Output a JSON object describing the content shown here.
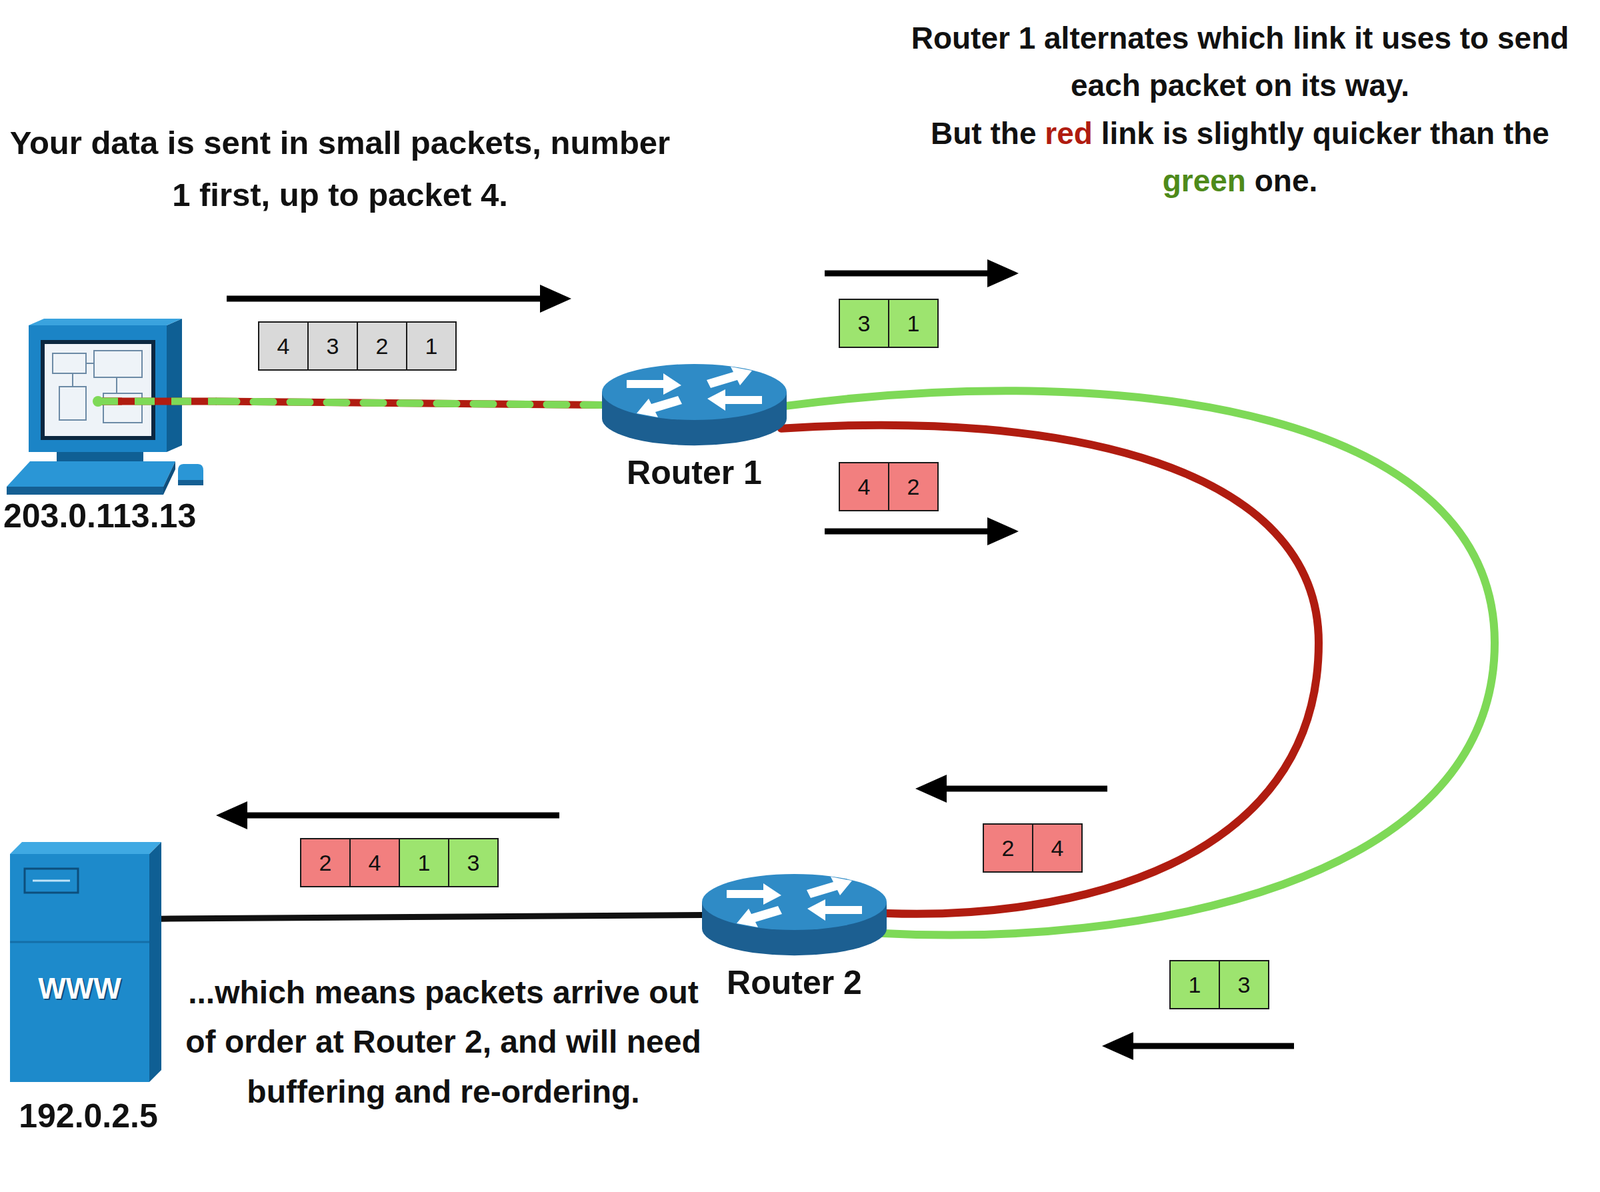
{
  "diagram": {
    "nodes": [
      {
        "text": [
          "4"
        ]
      },
      {
        "text": [
          "3"
        ]
      },
      {
        "text": [
          "2"
        ]
      },
      {
        "text": [
          "1"
        ]
      },
      {
        "text": [
          "3"
        ]
      },
      {
        "text": [
          "1"
        ]
      },
      {
        "text": [
          "203.0.113.13"
        ]
      },
      {
        "text": [
          "Router 1"
        ]
      },
      {
        "text": [
          "4"
        ]
      },
      {
        "text": [
          "2"
        ]
      },
      {
        "text": [
          "2"
        ]
      },
      {
        "text": [
          "4"
        ]
      },
      {
        "text": [
          "2"
        ]
      },
      {
        "text": [
          "4"
        ]
      },
      {
        "text": [
          "1"
        ]
      },
      {
        "text": [
          "3"
        ]
      },
      {
        "text": [
          "WWW",
          "192.0.2.5"
        ]
      },
      {
        "text": [
          "Router 2"
        ]
      },
      {
        "text": [
          "1"
        ]
      },
      {
        "text": [
          "3"
        ]
      }
    ],
    "edges": [
      {
        "from": 6,
        "to": 7,
        "arrow": "none"
      },
      {
        "from": 7,
        "to": 17,
        "arrow": "none"
      },
      {
        "from": 7,
        "to": 17,
        "arrow": "none"
      },
      {
        "from": 17,
        "to": 16,
        "arrow": "none"
      }
    ],
    "labels": [
      "Your data is sent in small packets, number 1 first, up to packet 4.",
      "Router 1 alternates which link it uses to send each packet on its way.",
      "But the red link is slightly quicker than the green one.",
      "...which means packets arrive out of order at Router 2, and will need buffering and re-ordering."
    ]
  }
}
